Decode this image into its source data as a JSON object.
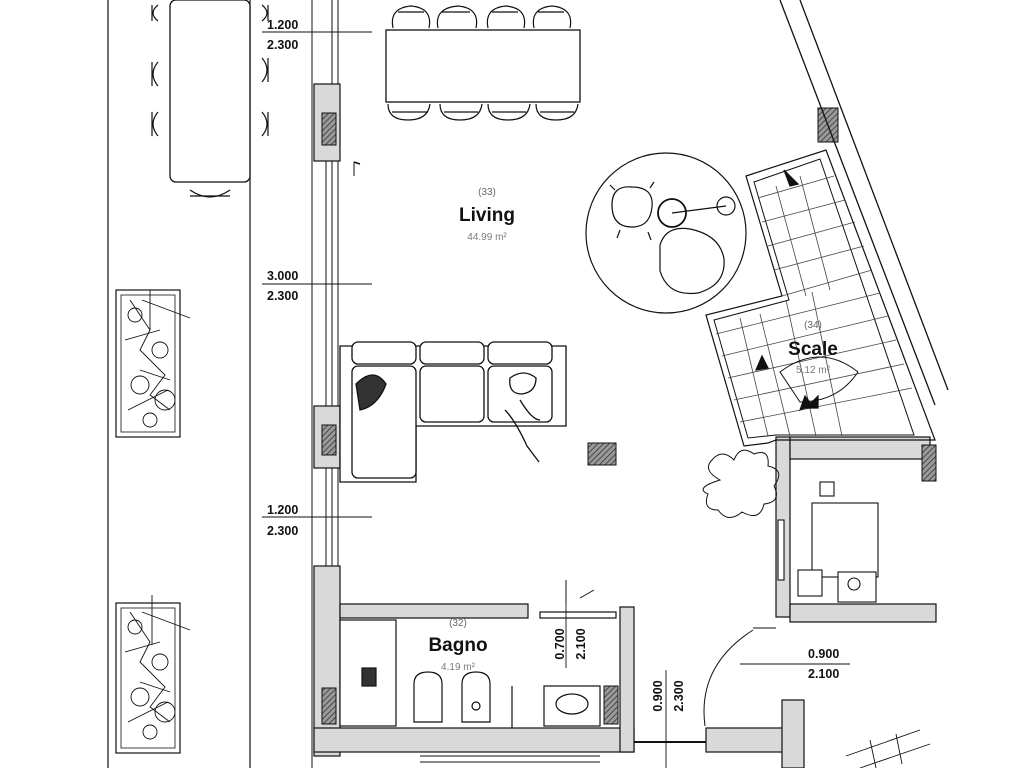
{
  "rooms": [
    {
      "id": "living",
      "number": "(33)",
      "name": "Living",
      "area": "44.99 m²"
    },
    {
      "id": "scale",
      "number": "(34)",
      "name": "Scale",
      "area": "5.12 m²"
    },
    {
      "id": "bagno",
      "number": "(32)",
      "name": "Bagno",
      "area": "4.19 m²"
    }
  ],
  "openings": [
    {
      "id": "window-top",
      "width": "1.200",
      "height": "2.300"
    },
    {
      "id": "window-middle",
      "width": "3.000",
      "height": "2.300"
    },
    {
      "id": "window-lower",
      "width": "1.200",
      "height": "2.300"
    },
    {
      "id": "door-bagno",
      "width": "0.700",
      "height": "2.100"
    },
    {
      "id": "door-entry",
      "width": "0.900",
      "height": "2.300"
    },
    {
      "id": "door-right",
      "width": "0.900",
      "height": "2.100"
    }
  ],
  "colors": {
    "wall": "#d9d9d9",
    "line": "#111111",
    "hatch": "#555555",
    "grid": "#777777"
  }
}
